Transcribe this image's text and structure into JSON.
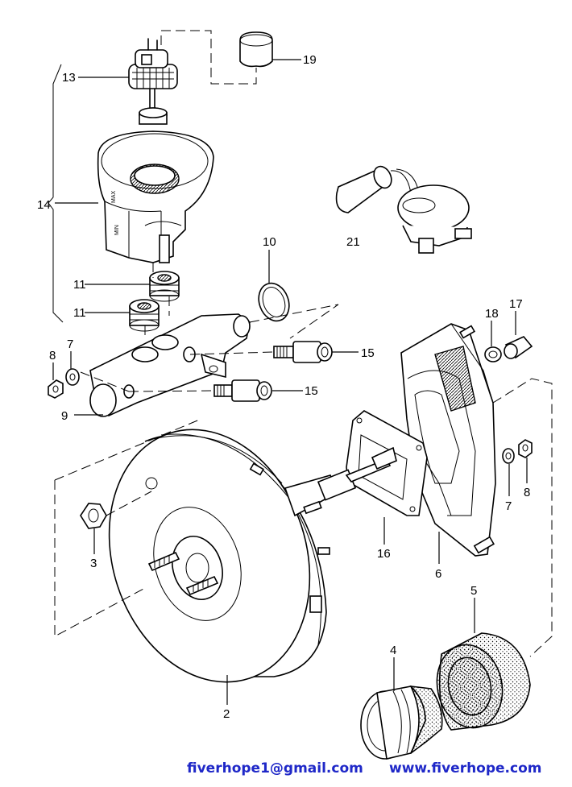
{
  "callouts": [
    {
      "id": "c2",
      "label": "2"
    },
    {
      "id": "c3",
      "label": "3"
    },
    {
      "id": "c4",
      "label": "4"
    },
    {
      "id": "c5",
      "label": "5"
    },
    {
      "id": "c6",
      "label": "6"
    },
    {
      "id": "c7a",
      "label": "7"
    },
    {
      "id": "c7b",
      "label": "7"
    },
    {
      "id": "c8a",
      "label": "8"
    },
    {
      "id": "c8b",
      "label": "8"
    },
    {
      "id": "c9",
      "label": "9"
    },
    {
      "id": "c10",
      "label": "10"
    },
    {
      "id": "c11a",
      "label": "11"
    },
    {
      "id": "c11b",
      "label": "11"
    },
    {
      "id": "c13",
      "label": "13"
    },
    {
      "id": "c14",
      "label": "14"
    },
    {
      "id": "c15a",
      "label": "15"
    },
    {
      "id": "c15b",
      "label": "15"
    },
    {
      "id": "c16",
      "label": "16"
    },
    {
      "id": "c17",
      "label": "17"
    },
    {
      "id": "c18",
      "label": "18"
    },
    {
      "id": "c19",
      "label": "19"
    },
    {
      "id": "c21",
      "label": "21"
    }
  ],
  "reservoir_marks": {
    "max": "MAX",
    "min": "MIN"
  },
  "footer": {
    "email": "fiverhope1@gmail.com",
    "website": "www.fiverhope.com",
    "color": "#1f28c8"
  }
}
